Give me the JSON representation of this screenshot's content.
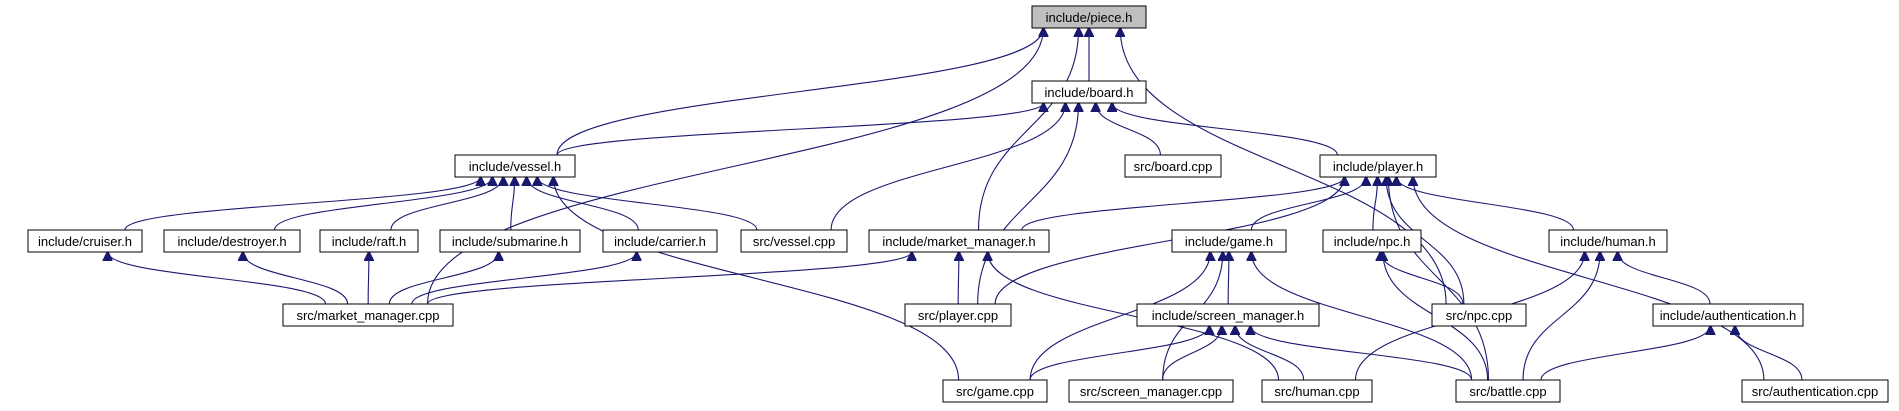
{
  "colors": {
    "edge": "#191970",
    "highlight_fill": "#bfbfbf",
    "node_fill": "#ffffff",
    "node_border": "#000000"
  },
  "nodes": {
    "piece_h": "include/piece.h",
    "board_h": "include/board.h",
    "vessel_h": "include/vessel.h",
    "board_cpp": "src/board.cpp",
    "player_h": "include/player.h",
    "cruiser_h": "include/cruiser.h",
    "destroyer_h": "include/destroyer.h",
    "raft_h": "include/raft.h",
    "submarine_h": "include/submarine.h",
    "carrier_h": "include/carrier.h",
    "vessel_cpp": "src/vessel.cpp",
    "market_manager_h": "include/market_manager.h",
    "game_h": "include/game.h",
    "npc_h": "include/npc.h",
    "human_h": "include/human.h",
    "market_manager_cpp": "src/market_manager.cpp",
    "player_cpp": "src/player.cpp",
    "screen_manager_h": "include/screen_manager.h",
    "npc_cpp": "src/npc.cpp",
    "authentication_h": "include/authentication.h",
    "game_cpp": "src/game.cpp",
    "screen_manager_cpp": "src/screen_manager.cpp",
    "human_cpp": "src/human.cpp",
    "battle_cpp": "src/battle.cpp",
    "authentication_cpp": "src/authentication.cpp"
  },
  "edges": [
    [
      "board_h",
      "piece_h"
    ],
    [
      "vessel_h",
      "piece_h"
    ],
    [
      "market_manager_cpp",
      "piece_h"
    ],
    [
      "market_manager_h",
      "piece_h"
    ],
    [
      "npc_cpp",
      "piece_h"
    ],
    [
      "vessel_h",
      "board_h"
    ],
    [
      "board_cpp",
      "board_h"
    ],
    [
      "player_h",
      "board_h"
    ],
    [
      "vessel_cpp",
      "board_h"
    ],
    [
      "player_cpp",
      "board_h"
    ],
    [
      "cruiser_h",
      "vessel_h"
    ],
    [
      "destroyer_h",
      "vessel_h"
    ],
    [
      "raft_h",
      "vessel_h"
    ],
    [
      "submarine_h",
      "vessel_h"
    ],
    [
      "carrier_h",
      "vessel_h"
    ],
    [
      "vessel_cpp",
      "vessel_h"
    ],
    [
      "game_cpp",
      "vessel_h"
    ],
    [
      "market_manager_h",
      "player_h"
    ],
    [
      "game_h",
      "player_h"
    ],
    [
      "npc_h",
      "player_h"
    ],
    [
      "human_h",
      "player_h"
    ],
    [
      "player_cpp",
      "player_h"
    ],
    [
      "npc_cpp",
      "player_h"
    ],
    [
      "battle_cpp",
      "player_h"
    ],
    [
      "authentication_cpp",
      "player_h"
    ],
    [
      "market_manager_cpp",
      "cruiser_h"
    ],
    [
      "market_manager_cpp",
      "destroyer_h"
    ],
    [
      "market_manager_cpp",
      "raft_h"
    ],
    [
      "market_manager_cpp",
      "submarine_h"
    ],
    [
      "market_manager_cpp",
      "carrier_h"
    ],
    [
      "market_manager_cpp",
      "market_manager_h"
    ],
    [
      "player_cpp",
      "market_manager_h"
    ],
    [
      "human_cpp",
      "market_manager_h"
    ],
    [
      "screen_manager_h",
      "game_h"
    ],
    [
      "game_cpp",
      "game_h"
    ],
    [
      "screen_manager_cpp",
      "game_h"
    ],
    [
      "battle_cpp",
      "game_h"
    ],
    [
      "npc_cpp",
      "npc_h"
    ],
    [
      "battle_cpp",
      "npc_h"
    ],
    [
      "authentication_h",
      "human_h"
    ],
    [
      "human_cpp",
      "human_h"
    ],
    [
      "battle_cpp",
      "human_h"
    ],
    [
      "game_cpp",
      "screen_manager_h"
    ],
    [
      "screen_manager_cpp",
      "screen_manager_h"
    ],
    [
      "human_cpp",
      "screen_manager_h"
    ],
    [
      "battle_cpp",
      "screen_manager_h"
    ],
    [
      "battle_cpp",
      "authentication_h"
    ],
    [
      "authentication_cpp",
      "authentication_h"
    ]
  ]
}
